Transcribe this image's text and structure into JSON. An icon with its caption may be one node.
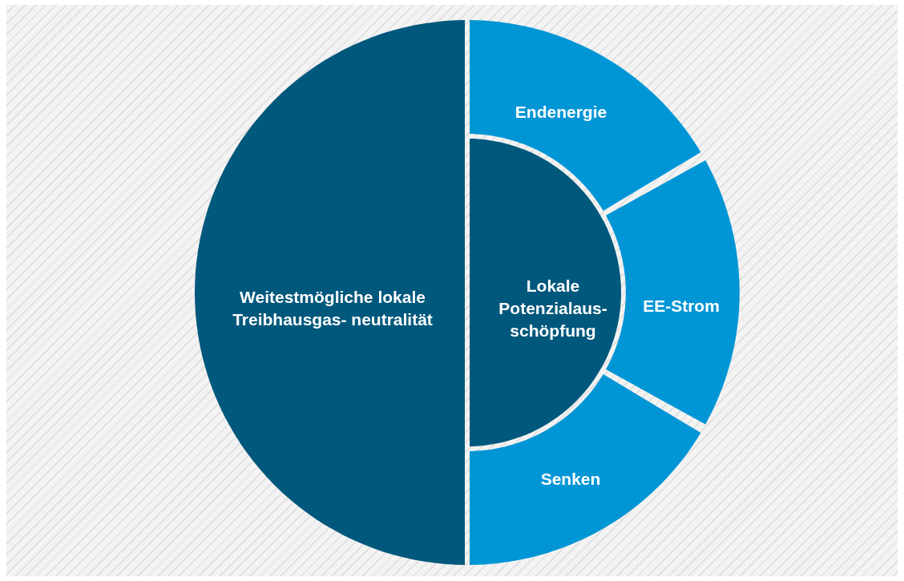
{
  "diagram": {
    "nodes": [
      {
        "text": [
          "Weitestmögliche lokale Treibhausgas- neutralität"
        ]
      },
      {
        "text": [
          "Lokale Potenzialaus- schöpfung"
        ]
      },
      {
        "text": [
          "Endenergie"
        ]
      },
      {
        "text": [
          "EE-Strom"
        ]
      },
      {
        "text": [
          "Senken"
        ]
      }
    ]
  }
}
